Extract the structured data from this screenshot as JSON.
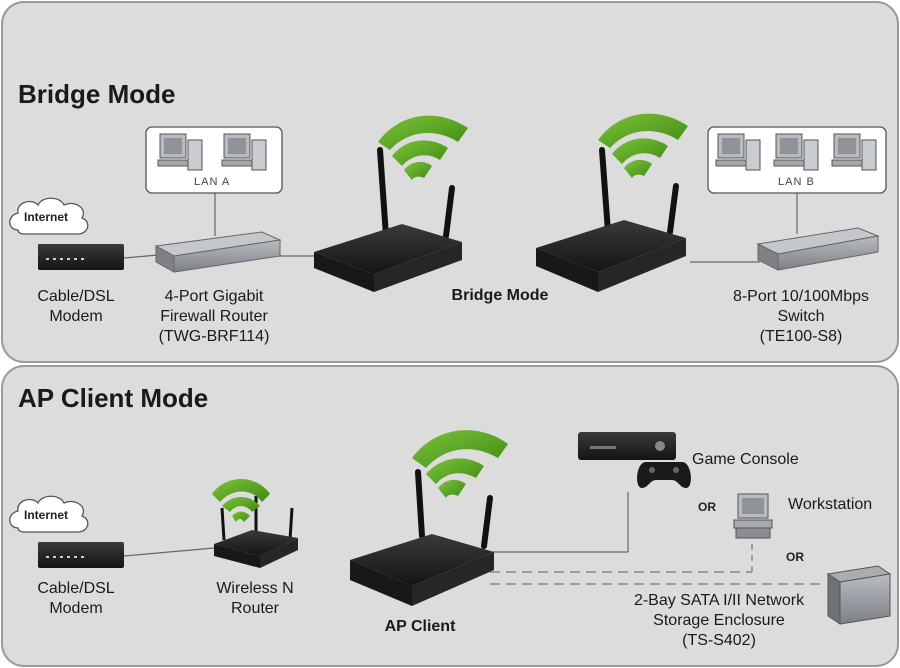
{
  "bridge_section": {
    "heading": "Bridge Mode",
    "internet_label": "Internet",
    "modem_label": [
      "Cable/DSL",
      "Modem"
    ],
    "router_label": [
      "4-Port Gigabit",
      "Firewall Router",
      "(TWG-BRF114)"
    ],
    "lan_a_label": "LAN A",
    "center_label": "Bridge Mode",
    "lan_b_label": "LAN B",
    "switch_label": [
      "8-Port 10/100Mbps",
      "Switch",
      "(TE100-S8)"
    ]
  },
  "ap_section": {
    "heading": "AP Client Mode",
    "internet_label": "Internet",
    "modem_label": [
      "Cable/DSL",
      "Modem"
    ],
    "router_label": [
      "Wireless N",
      "Router"
    ],
    "ap_label": "AP Client",
    "game_console_label": "Game Console",
    "workstation_label": "Workstation",
    "or_1": "OR",
    "or_2": "OR",
    "nas_label": [
      "2-Bay SATA I/II Network",
      "Storage Enclosure",
      "(TS-S402)"
    ]
  },
  "colors": {
    "panel_bg": "#dcdcdc",
    "panel_border": "#9a9a9a",
    "wifi_green": "#4f9e1a",
    "device_dark": "#1d1d1d",
    "device_gray": "#8a8d92"
  }
}
